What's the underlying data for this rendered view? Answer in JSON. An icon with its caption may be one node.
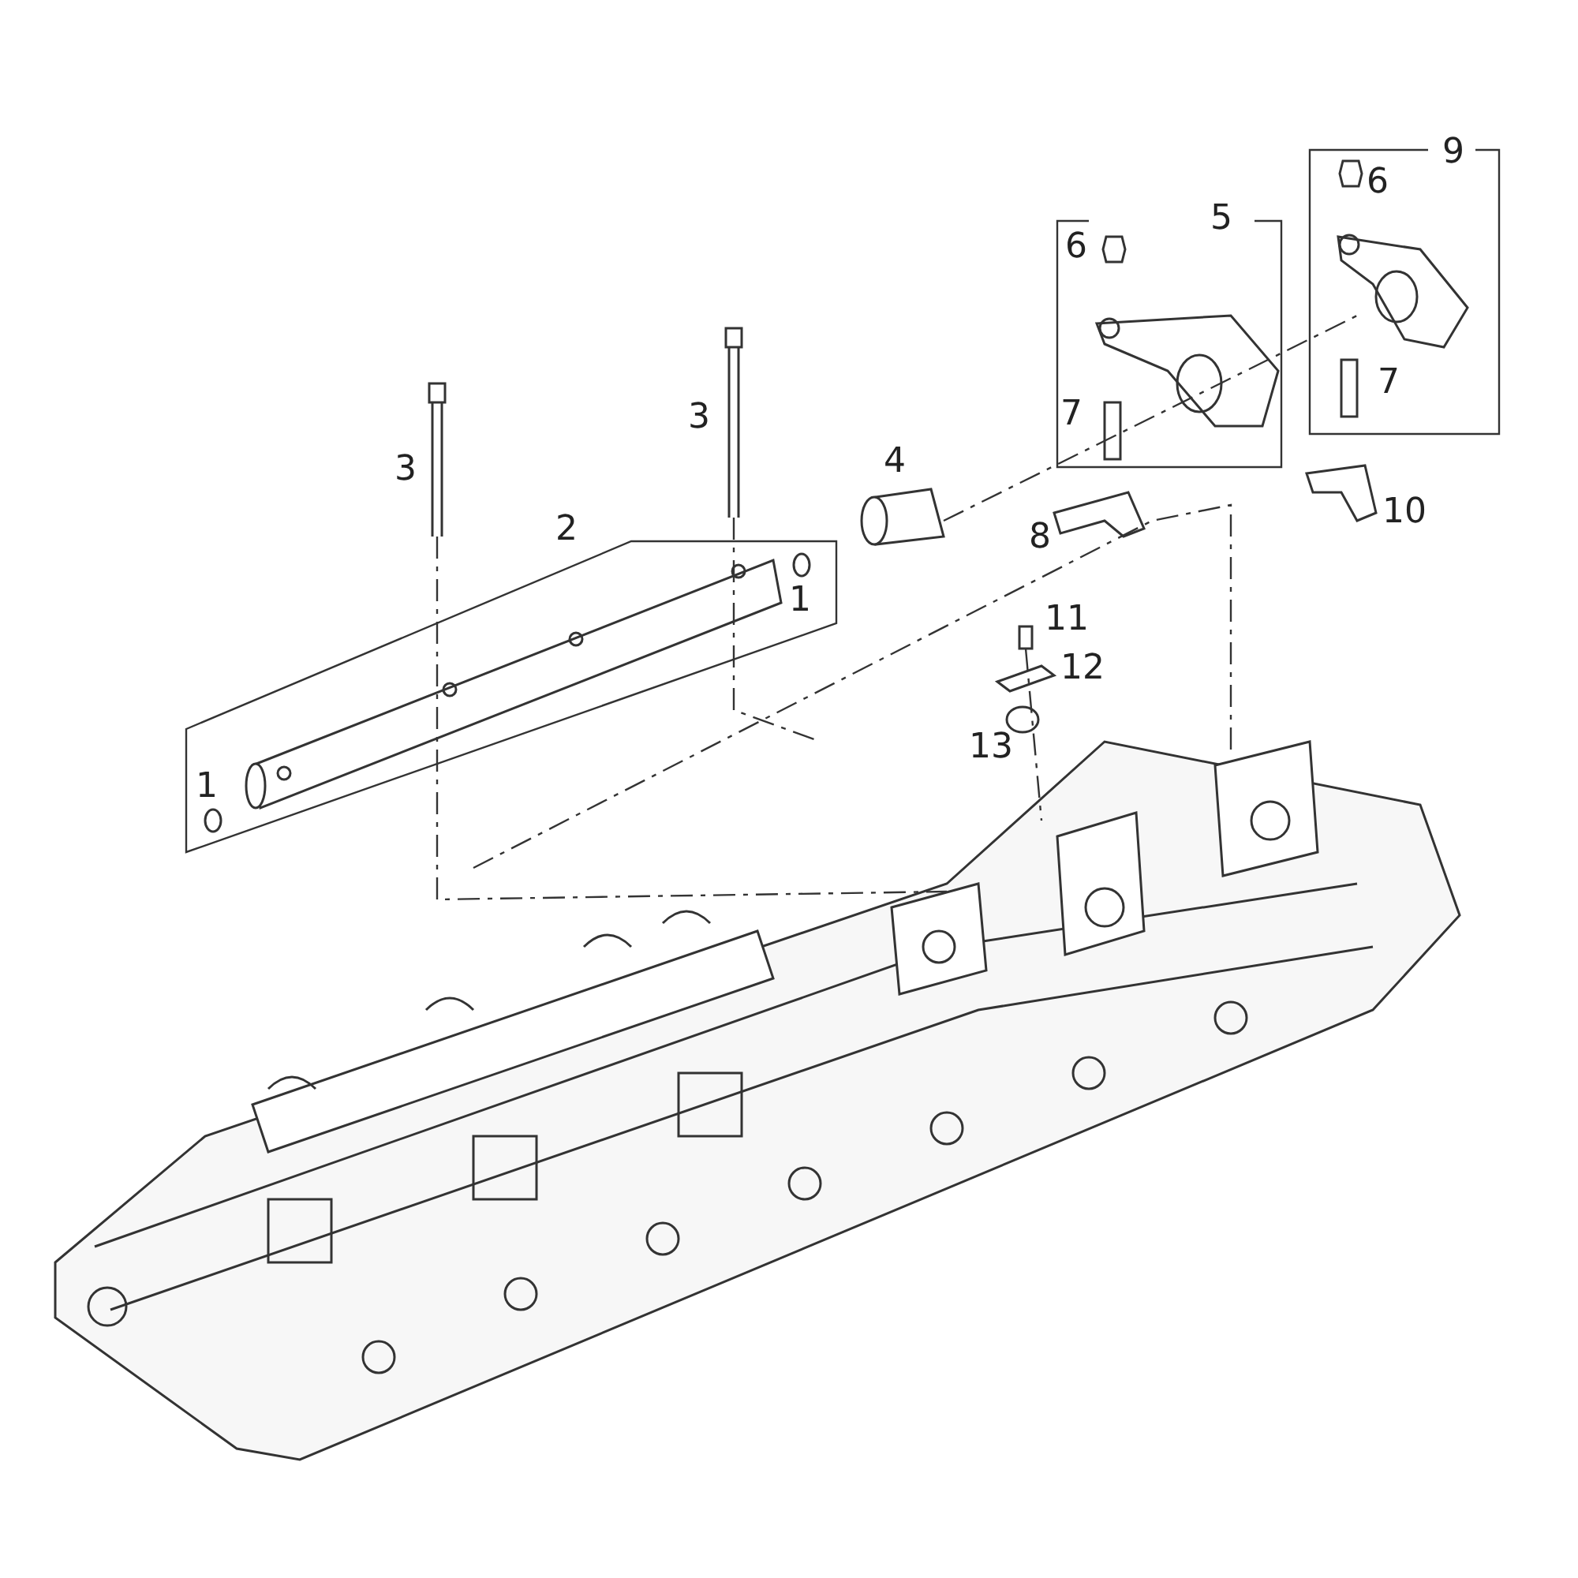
{
  "diagram": {
    "labels": [
      "9",
      "6",
      "5",
      "6",
      "3",
      "7",
      "3",
      "7",
      "4",
      "10",
      "8",
      "2",
      "1",
      "11",
      "12",
      "13",
      "1"
    ]
  }
}
